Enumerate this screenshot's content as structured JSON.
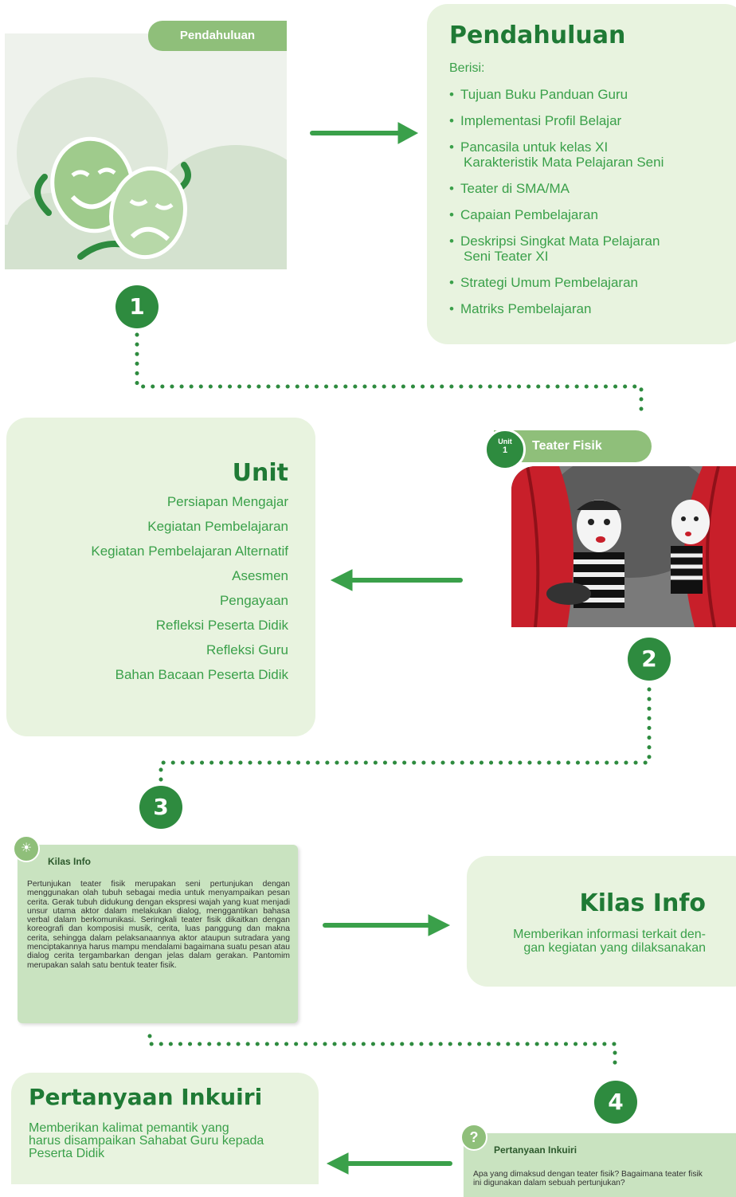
{
  "pendahuluan": {
    "tag": "Pendahuluan",
    "title": "Pendahuluan",
    "intro": "Berisi:",
    "items": [
      "Tujuan Buku Panduan Guru",
      "Implementasi Profil Belajar",
      "Pancasila untuk kelas XI",
      "Karakteristik Mata Pelajaran Seni",
      "Teater di SMA/MA",
      "Capaian Pembelajaran",
      "Deskripsi Singkat Mata Pelajaran",
      "Seni Teater XI",
      "Strategi Umum Pembelajaran",
      "Matriks Pembelajaran"
    ]
  },
  "steps": [
    "1",
    "2",
    "3",
    "4"
  ],
  "unit": {
    "title": "Unit",
    "items": [
      "Persiapan Mengajar",
      "Kegiatan Pembelajaran",
      "Kegiatan Pembelajaran Alternatif",
      "Asesmen",
      "Pengayaan",
      "Refleksi Peserta Didik",
      "Refleksi Guru",
      "Bahan Bacaan Peserta Didik"
    ],
    "badge_top": "Unit",
    "badge_num": "1",
    "tag": "Teater Fisik"
  },
  "kilas": {
    "box_title": "Kilas Info",
    "box_text": "Pertunjukan teater fisik merupakan seni pertunjukan dengan menggunakan olah tubuh sebagai media untuk menyampaikan pesan cerita. Gerak tubuh didukung dengan ekspresi wajah yang kuat menjadi unsur utama aktor dalam melakukan dialog, menggantikan bahasa verbal dalam berkomunikasi. Seringkali teater fisik dikaitkan dengan koreografi dan komposisi musik, cerita, luas panggung dan makna cerita, sehingga dalam pelaksanaannya aktor ataupun sutradara yang menciptakannya harus mampu mendalami bagaimana suatu pesan atau dialog cerita tergambarkan dengan jelas dalam gerakan. Pantomim merupakan salah satu bentuk teater fisik.",
    "title": "Kilas Info",
    "desc_1": "Memberikan informasi terkait den-",
    "desc_2": "gan kegiatan yang dilaksanakan"
  },
  "inkuiri": {
    "title": "Pertanyaan Inkuiri",
    "desc_1": "Memberikan kalimat pemantik yang",
    "desc_2": "harus disampaikan Sahabat Guru kepada",
    "desc_3": "Peserta Didik",
    "box_title": "Pertanyaan Inkuiri",
    "box_text_1": "Apa yang dimaksud dengan teater fisik? Bagaimana teater fisik",
    "box_text_2": "ini digunakan dalam sebuah pertunjukan?"
  },
  "colors": {
    "dark_green": "#1f7a35",
    "mid_green": "#2e8b3f",
    "text_green": "#3aa04a",
    "panel": "#e8f3df",
    "arrow": "#3aa04a",
    "dots": "#2e8b3f"
  }
}
